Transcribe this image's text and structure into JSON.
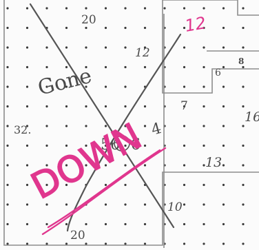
{
  "sketch": {
    "labels": {
      "top_20": "20",
      "gone": "Gone",
      "mid_12": "12",
      "pink_12": "12",
      "right_6": "6",
      "right_8": "8",
      "mid_7": "7",
      "right_16": "16",
      "left_32": "32.",
      "center_56": "56",
      "center_6": "6",
      "center_4": "4",
      "down": "DOWN",
      "right_13": "13",
      "bottom_10": "10",
      "bottom_20": "20"
    },
    "colors": {
      "paper": "#fbfbfb",
      "dot": "#3a3a3a",
      "outline": "#8c8c8c",
      "pencil": "#4a4a4a",
      "pink": "#e0368e"
    }
  }
}
